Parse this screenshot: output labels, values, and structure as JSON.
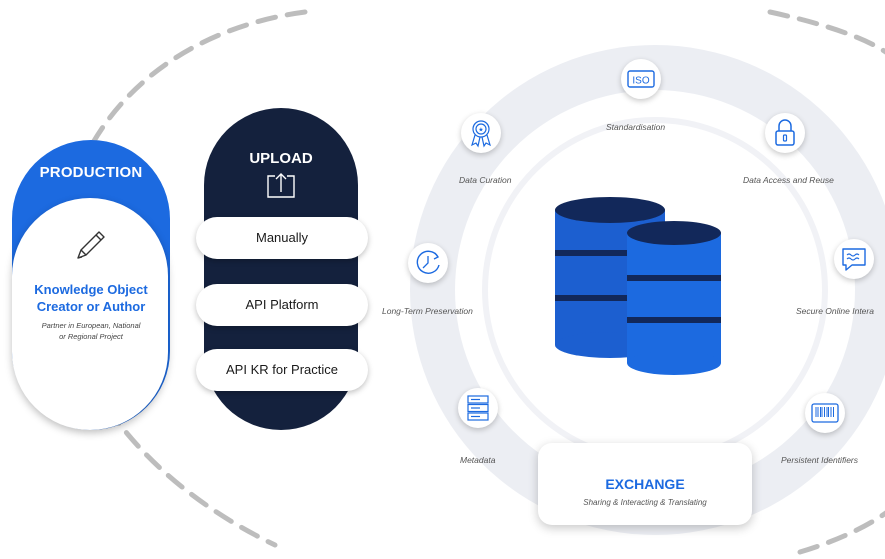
{
  "production": {
    "title": "PRODUCTION",
    "creator_line1": "Knowledge Object",
    "creator_line2": "Creator or Author",
    "sub_line1": "Partner in European, National",
    "sub_line2": "or Regional Project",
    "icon": "pencil-icon"
  },
  "upload": {
    "title": "UPLOAD",
    "icon": "upload-icon",
    "buttons": [
      "Manually",
      "API Platform",
      "API KR for Practice"
    ]
  },
  "ring": {
    "center_icon": "database-icon",
    "items": [
      {
        "label": "Standardisation",
        "icon": "iso-icon"
      },
      {
        "label": "Data Access and Reuse",
        "icon": "padlock-icon"
      },
      {
        "label": "Secure Online Intera",
        "icon": "chat-icon"
      },
      {
        "label": "Persistent Identifiers",
        "icon": "barcode-icon"
      },
      {
        "label": "Metadata",
        "icon": "server-rack-icon"
      },
      {
        "label": "Long-Term Preservation",
        "icon": "clock-icon"
      },
      {
        "label": "Data Curation",
        "icon": "award-badge-icon"
      }
    ]
  },
  "exchange": {
    "title": "EXCHANGE",
    "subtitle": "Sharing & Interacting  & Translating"
  },
  "colors": {
    "brand_blue": "#1c6ae0",
    "navy": "#14213d",
    "ring_gray": "#e9ecf2",
    "dash_gray": "#bcbcbc"
  }
}
